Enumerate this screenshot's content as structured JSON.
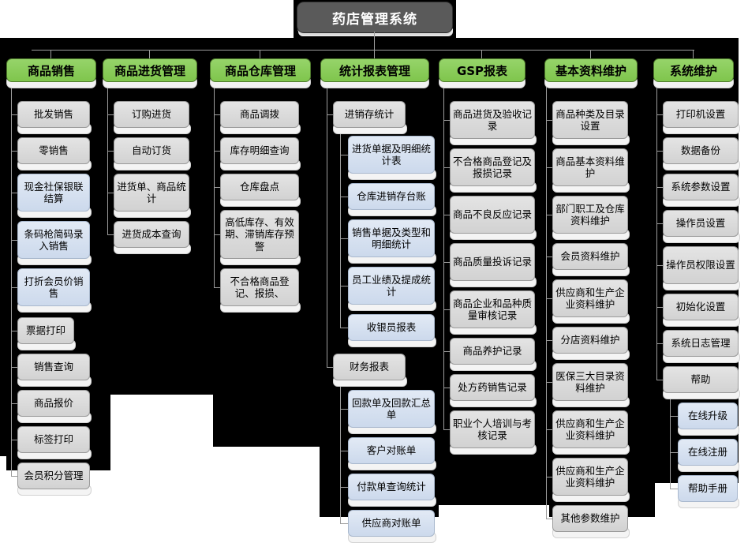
{
  "title": {
    "label": "药店管理系统"
  },
  "columns": [
    {
      "id": "sales",
      "header": "商品销售",
      "items": [
        {
          "label": "批发销售",
          "type": "gray"
        },
        {
          "label": "零销售",
          "type": "gray"
        },
        {
          "label": "现金社保银联结算",
          "type": "blue"
        },
        {
          "label": "条码枪简码录入销售",
          "type": "blue"
        },
        {
          "label": "打折会员价销售",
          "type": "blue"
        },
        {
          "label": "票据打印",
          "type": "gray"
        },
        {
          "label": "销售查询",
          "type": "gray"
        },
        {
          "label": "商品报价",
          "type": "gray"
        },
        {
          "label": "标签打印",
          "type": "gray"
        },
        {
          "label": "会员积分管理",
          "type": "gray"
        }
      ]
    },
    {
      "id": "purchase",
      "header": "商品进货管理",
      "items": [
        {
          "label": "订购进货",
          "type": "gray"
        },
        {
          "label": "自动订货",
          "type": "gray"
        },
        {
          "label": "进货单、商品统计",
          "type": "gray"
        },
        {
          "label": "进货成本查询",
          "type": "gray"
        }
      ]
    },
    {
      "id": "warehouse",
      "header": "商品仓库管理",
      "items": [
        {
          "label": "商品调拨",
          "type": "gray"
        },
        {
          "label": "库存明细查询",
          "type": "gray"
        },
        {
          "label": "仓库盘点",
          "type": "gray"
        },
        {
          "label": "高低库存、有效期、滞销库存预警",
          "type": "gray"
        },
        {
          "label": "不合格商品登记、报损、",
          "type": "gray"
        }
      ]
    },
    {
      "id": "reports",
      "header": "统计报表管理",
      "items": [
        {
          "label": "进销存统计",
          "type": "gray"
        },
        {
          "label": "进货单据及明细统计表",
          "type": "blue"
        },
        {
          "label": "仓库进销存台账",
          "type": "blue"
        },
        {
          "label": "销售单据及类型和明细统计",
          "type": "blue"
        },
        {
          "label": "员工业绩及提成统计",
          "type": "blue"
        },
        {
          "label": "收银员报表",
          "type": "blue"
        },
        {
          "label": "财务报表",
          "type": "gray"
        },
        {
          "label": "回款单及回款汇总单",
          "type": "blue"
        },
        {
          "label": "客户对账单",
          "type": "blue"
        },
        {
          "label": "付款单查询统计",
          "type": "blue"
        },
        {
          "label": "供应商对账单",
          "type": "blue"
        }
      ]
    },
    {
      "id": "gsp",
      "header": "GSP报表",
      "items": [
        {
          "label": "商品进货及验收记录",
          "type": "gray"
        },
        {
          "label": "不合格商品登记及报损记录",
          "type": "gray"
        },
        {
          "label": "商品不良反应记录",
          "type": "gray"
        },
        {
          "label": "商品质量投诉记录",
          "type": "gray"
        },
        {
          "label": "商品企业和品种质量审核记录",
          "type": "gray"
        },
        {
          "label": "商品养护记录",
          "type": "gray"
        },
        {
          "label": "处方药销售记录",
          "type": "gray"
        },
        {
          "label": "职业个人培训与考核记录",
          "type": "gray"
        }
      ]
    },
    {
      "id": "basedata",
      "header": "基本资料维护",
      "items": [
        {
          "label": "商品种类及目录设置",
          "type": "gray"
        },
        {
          "label": "商品基本资料维护",
          "type": "gray"
        },
        {
          "label": "部门职工及仓库资料维护",
          "type": "gray"
        },
        {
          "label": "会员资料维护",
          "type": "gray"
        },
        {
          "label": "供应商和生产企业资料维护",
          "type": "gray"
        },
        {
          "label": "分店资料维护",
          "type": "gray"
        },
        {
          "label": "医保三大目录资料维护",
          "type": "gray"
        },
        {
          "label": "供应商和生产企业资料维护",
          "type": "gray"
        },
        {
          "label": "供应商和生产企业资料维护",
          "type": "gray"
        },
        {
          "label": "其他参数维护",
          "type": "gray"
        }
      ]
    },
    {
      "id": "system",
      "header": "系统维护",
      "items": [
        {
          "label": "打印机设置",
          "type": "gray"
        },
        {
          "label": "数据备份",
          "type": "gray"
        },
        {
          "label": "系统参数设置",
          "type": "gray"
        },
        {
          "label": "操作员设置",
          "type": "gray"
        },
        {
          "label": "操作员权限设置",
          "type": "gray"
        },
        {
          "label": "初始化设置",
          "type": "gray"
        },
        {
          "label": "系统日志管理",
          "type": "gray"
        },
        {
          "label": "帮助",
          "type": "gray"
        },
        {
          "label": "在线升级",
          "type": "blue"
        },
        {
          "label": "在线注册",
          "type": "blue"
        },
        {
          "label": "帮助手册",
          "type": "blue"
        }
      ]
    }
  ],
  "colors": {
    "header_green": "#8ace5b",
    "node_gray": "#d8d8d8",
    "node_blue": "#d6e2f0",
    "title_gray": "#5a5a5a",
    "background": "#000000",
    "connector": "#9d9d9d"
  }
}
